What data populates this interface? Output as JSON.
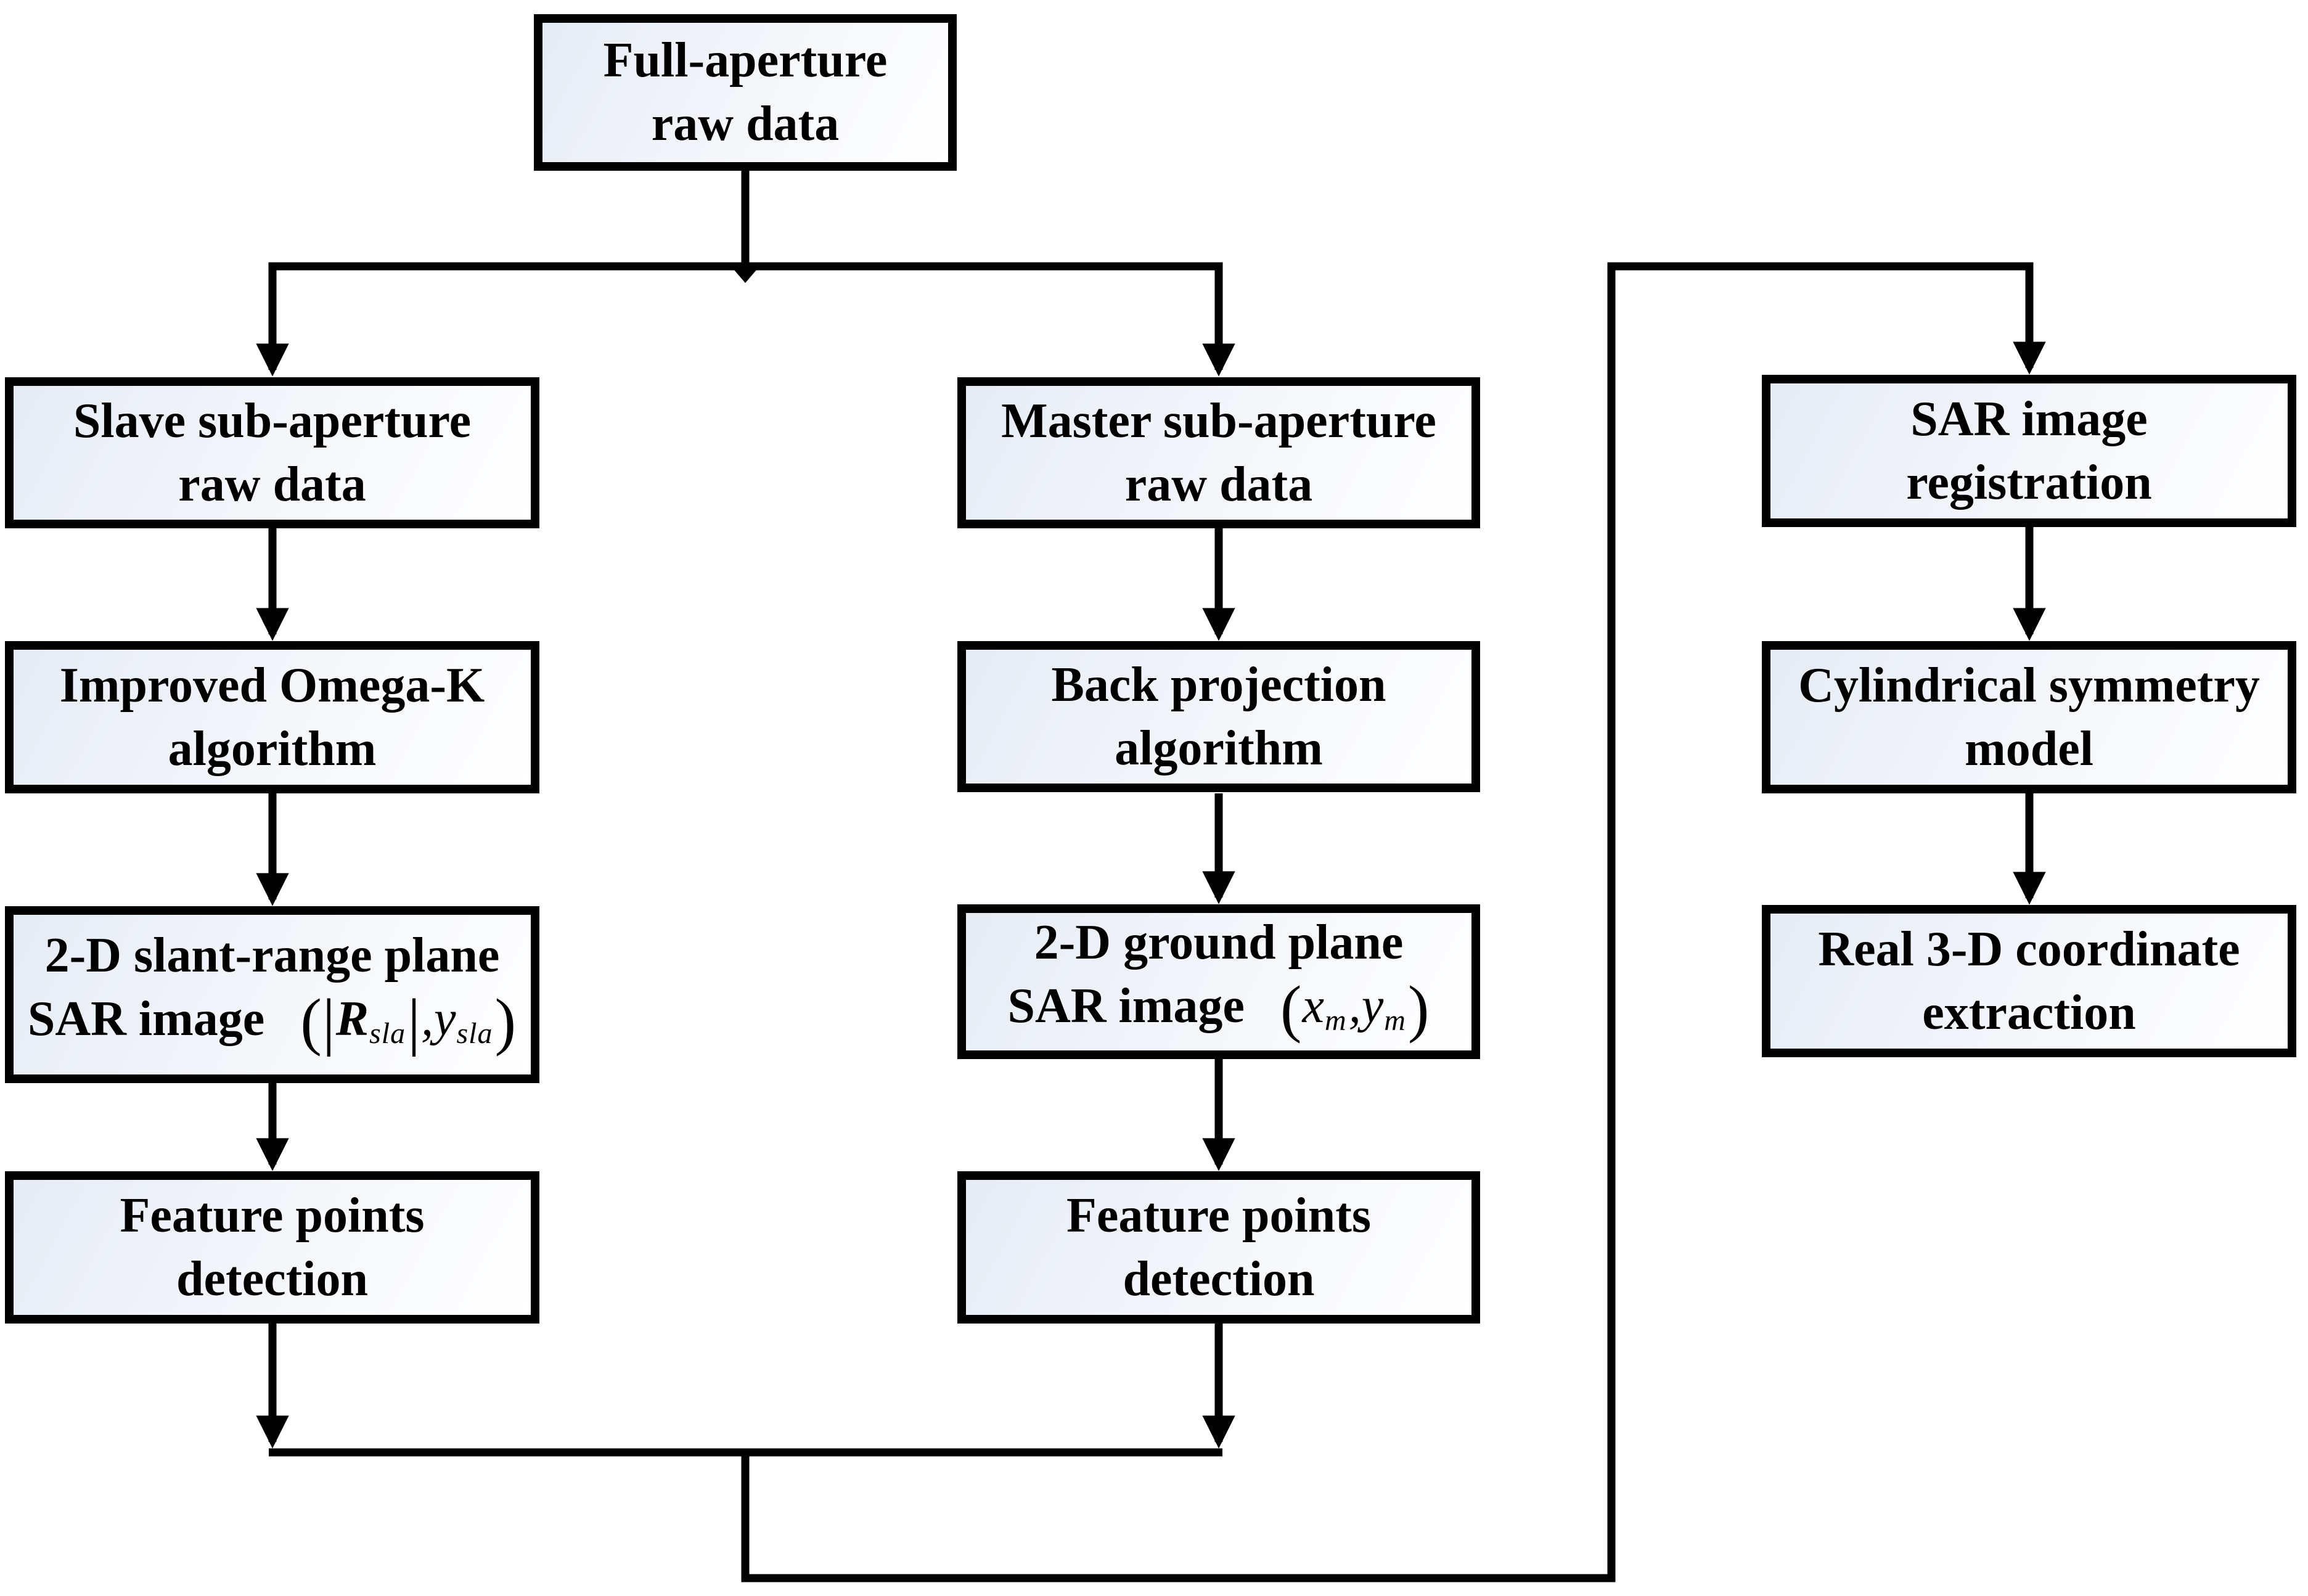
{
  "nodes": {
    "full_aperture": {
      "line1": "Full-aperture",
      "line2": "raw data"
    },
    "slave_raw": {
      "line1": "Slave sub-aperture",
      "line2": "raw data"
    },
    "master_raw": {
      "line1": "Master sub-aperture",
      "line2": "raw data"
    },
    "sar_registration": {
      "line1": "SAR image",
      "line2": "registration"
    },
    "omega_k": {
      "line1": "Improved Omega-K",
      "line2": "algorithm"
    },
    "back_projection": {
      "line1": "Back projection",
      "line2": "algorithm"
    },
    "cylindrical_model": {
      "line1": "Cylindrical symmetry",
      "line2": "model"
    },
    "slant_image": {
      "line1": "2-D slant-range plane",
      "line2": "SAR image",
      "formula": {
        "open": "(",
        "lbar": "|",
        "var1": "R",
        "sub1": "sla",
        "rbar": "|",
        "comma": ",",
        "var2": "y",
        "sub2": "sla",
        "close": ")"
      }
    },
    "ground_image": {
      "line1": "2-D ground plane",
      "line2": "SAR image",
      "formula": {
        "open": "(",
        "var1": "x",
        "sub1": "m",
        "comma": ",",
        "var2": "y",
        "sub2": "m",
        "close": ")"
      }
    },
    "real_3d": {
      "line1": "Real 3-D coordinate",
      "line2": "extraction"
    },
    "feature_slave": {
      "line1": "Feature points",
      "line2": "detection"
    },
    "feature_master": {
      "line1": "Feature points",
      "line2": "detection"
    }
  },
  "colors": {
    "background": "#ffffff",
    "box_border": "#000000",
    "box_fill_start": "#e6ebf4",
    "box_fill_mid": "#f5f7fb",
    "box_fill_end": "#ffffff",
    "connector": "#000000",
    "text": "#000000"
  }
}
